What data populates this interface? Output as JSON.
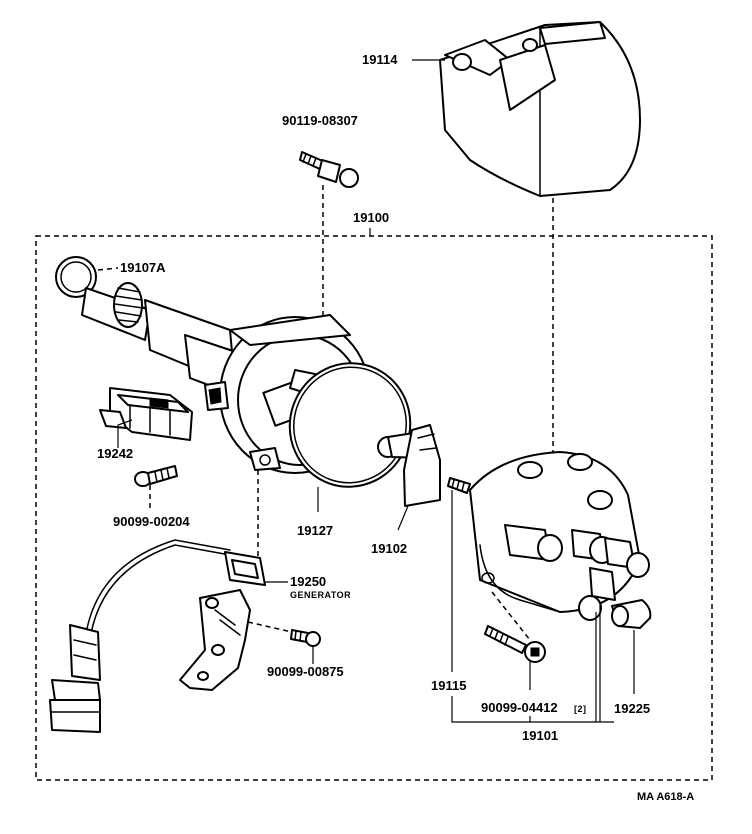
{
  "parts": {
    "cap_cover": "19114",
    "cap_screw": "90119-08307",
    "distributor_assy": "19100",
    "o_ring": "19107A",
    "igniter": "19242",
    "igniter_screw": "90099-00204",
    "pickup_generator": "19250",
    "pickup_generator_sub": "GENERATOR",
    "generator_screw": "90099-00875",
    "cap_gasket": "19127",
    "rotor": "19102",
    "terminal_screw": "19115",
    "cap_bolt": "90099-04412",
    "cap_bolt_qty": "[2]",
    "cap_assy": "19101",
    "terminal_cap": "19225"
  },
  "figure_code": "MA A618-A"
}
